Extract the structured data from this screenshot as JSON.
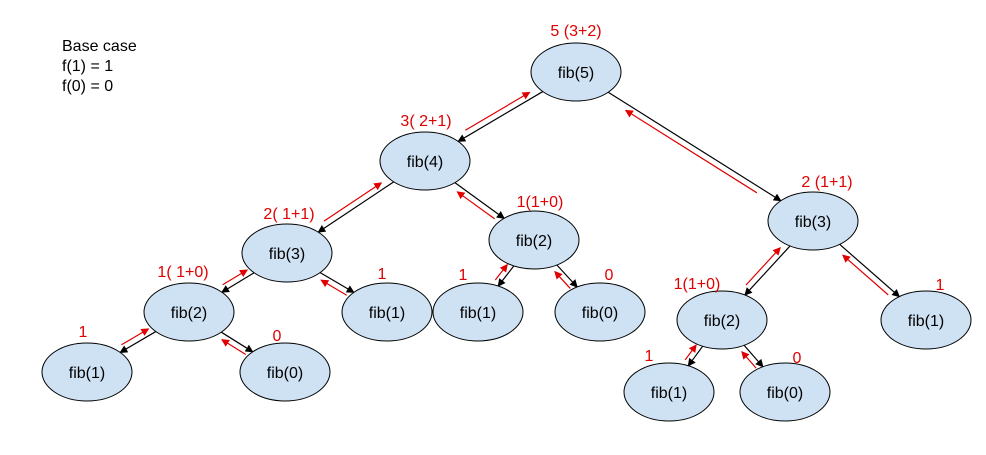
{
  "colors": {
    "node_fill": "#cfe2f3",
    "node_stroke": "#000000",
    "call_arrow": "#000000",
    "return_arrow": "#e00000",
    "return_text": "#e00000"
  },
  "base_case": {
    "title": "Base case",
    "line1": "f(1) = 1",
    "line2": "f(0) = 0"
  },
  "nodes": {
    "fib5": "fib(5)",
    "fib4": "fib(4)",
    "fib3_left": "fib(3)",
    "fib2_ll": "fib(2)",
    "fib1_lll": "fib(1)",
    "fib0_llr": "fib(0)",
    "fib1_lr": "fib(1)",
    "fib2_lrt": "fib(2)",
    "fib1_lrtl": "fib(1)",
    "fib0_lrtr": "fib(0)",
    "fib3_right": "fib(3)",
    "fib2_rl": "fib(2)",
    "fib1_rll": "fib(1)",
    "fib0_rlr": "fib(0)",
    "fib1_rr": "fib(1)"
  },
  "returns": {
    "fib5": "5 (3+2)",
    "fib4": "3( 2+1)",
    "fib3_left": "2( 1+1)",
    "fib2_ll": "1( 1+0)",
    "fib1_lll": "1",
    "fib0_llr": "0",
    "fib1_lr": "1",
    "fib2_lrt": "1(1+0)",
    "fib1_lrtl": "1",
    "fib0_lrtr": "0",
    "fib3_right": "2 (1+1)",
    "fib2_rl": "1(1+0)",
    "fib1_rll": "1",
    "fib0_rlr": "0",
    "fib1_rr": "1"
  }
}
